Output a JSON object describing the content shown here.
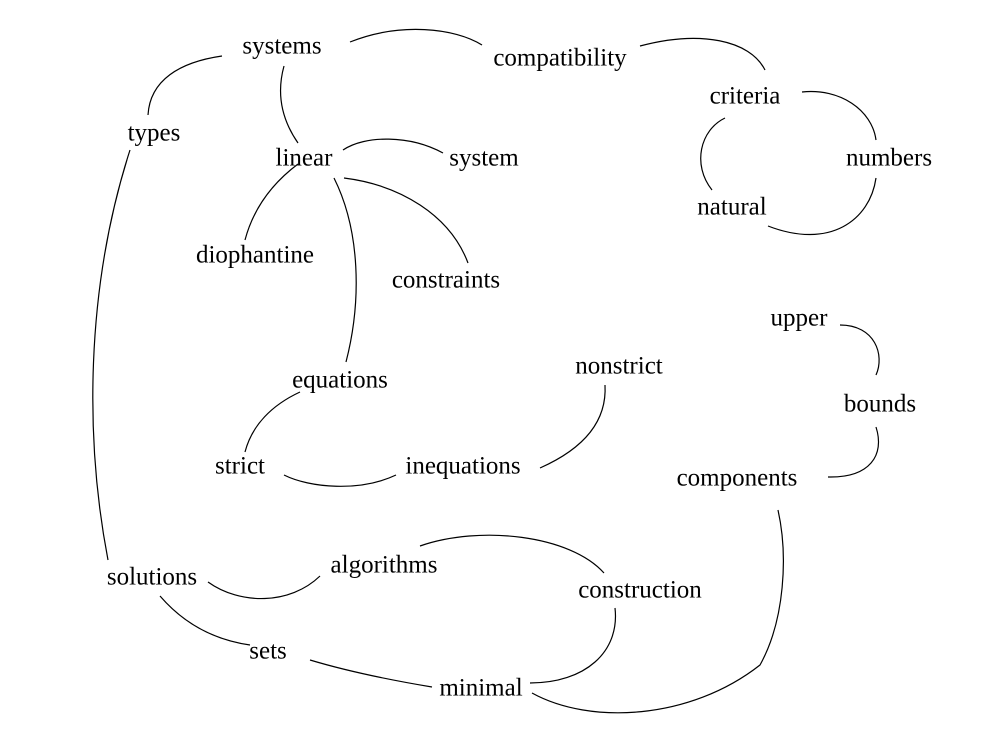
{
  "colors": {
    "background": "#ffffff",
    "ink": "#000000"
  },
  "nodes": {
    "systems": "systems",
    "compatibility": "compatibility",
    "criteria": "criteria",
    "numbers": "numbers",
    "natural": "natural",
    "types": "types",
    "linear": "linear",
    "system": "system",
    "diophantine": "diophantine",
    "constraints": "constraints",
    "upper": "upper",
    "bounds": "bounds",
    "nonstrict": "nonstrict",
    "equations": "equations",
    "strict": "strict",
    "inequations": "inequations",
    "components": "components",
    "solutions": "solutions",
    "algorithms": "algorithms",
    "construction": "construction",
    "sets": "sets",
    "minimal": "minimal"
  },
  "edges": [
    [
      "systems",
      "compatibility"
    ],
    [
      "compatibility",
      "criteria"
    ],
    [
      "criteria",
      "numbers"
    ],
    [
      "numbers",
      "natural"
    ],
    [
      "criteria",
      "natural"
    ],
    [
      "systems",
      "types"
    ],
    [
      "systems",
      "linear"
    ],
    [
      "linear",
      "system"
    ],
    [
      "linear",
      "diophantine"
    ],
    [
      "linear",
      "constraints"
    ],
    [
      "linear",
      "equations"
    ],
    [
      "equations",
      "strict"
    ],
    [
      "strict",
      "inequations"
    ],
    [
      "inequations",
      "nonstrict"
    ],
    [
      "upper",
      "bounds"
    ],
    [
      "bounds",
      "components"
    ],
    [
      "types",
      "solutions"
    ],
    [
      "solutions",
      "algorithms"
    ],
    [
      "algorithms",
      "construction"
    ],
    [
      "solutions",
      "sets"
    ],
    [
      "sets",
      "minimal"
    ],
    [
      "minimal",
      "construction"
    ],
    [
      "minimal",
      "components"
    ]
  ]
}
